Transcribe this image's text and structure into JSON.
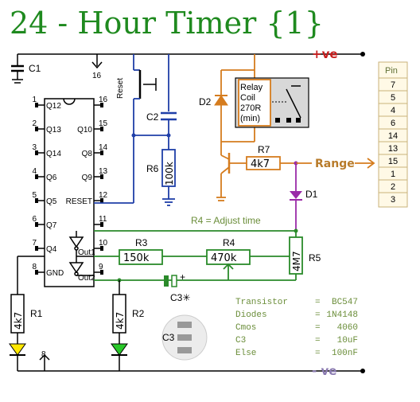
{
  "title": "24 - Hour Timer {1}",
  "rails": {
    "positive": "+ve",
    "negative": "- ve"
  },
  "ic": {
    "left_pins": [
      {
        "num": "1",
        "name": "Q12"
      },
      {
        "num": "2",
        "name": "Q13"
      },
      {
        "num": "3",
        "name": "Q14"
      },
      {
        "num": "4",
        "name": "Q6"
      },
      {
        "num": "5",
        "name": "Q5"
      },
      {
        "num": "6",
        "name": "Q7"
      },
      {
        "num": "7",
        "name": "Q4"
      },
      {
        "num": "8",
        "name": "GND"
      }
    ],
    "right_pins": [
      {
        "num": "16",
        "name": ""
      },
      {
        "num": "15",
        "name": "Q10"
      },
      {
        "num": "14",
        "name": "Q8"
      },
      {
        "num": "13",
        "name": "Q9"
      },
      {
        "num": "12",
        "name": "RESET"
      },
      {
        "num": "11",
        "name": ""
      },
      {
        "num": "10",
        "name": ""
      },
      {
        "num": "9",
        "name": ""
      }
    ],
    "out1": "Out1",
    "out2": "Out2"
  },
  "labels": {
    "c1": "C1",
    "c2": "C2",
    "c3": "C3",
    "d1": "D1",
    "d2": "D2",
    "r1": "R1",
    "r2": "R2",
    "r3": "R3",
    "r4": "R4",
    "r5": "R5",
    "r6": "R6",
    "r7": "R7",
    "reset": "Reset",
    "pin16": "16",
    "pin8": "8",
    "r1_val": "4k7",
    "r2_val": "4k7",
    "r3_val": "150k",
    "r4_val": "470k",
    "r5_val": "4M7",
    "r6_val": "100k",
    "r7_val": "4k7",
    "adjust": "R4 = Adjust time",
    "range": "Range",
    "relay_line1": "Relay",
    "relay_line2": "Coil",
    "relay_line3": "270R",
    "relay_line4": "(min)",
    "c3_star": "C3✳",
    "c3_cap": "C3"
  },
  "pin_table": {
    "header": "Pin",
    "rows": [
      "7",
      "5",
      "4",
      "6",
      "14",
      "13",
      "15",
      "1",
      "2",
      "3"
    ]
  },
  "specs": [
    {
      "name": "Transistor",
      "value": "BC547"
    },
    {
      "name": "Diodes",
      "value": "1N4148"
    },
    {
      "name": "Cmos",
      "value": "4060"
    },
    {
      "name": "C3",
      "value": "10uF"
    },
    {
      "name": "Else",
      "value": "100nF"
    }
  ],
  "colors": {
    "title": "#1f8a1f",
    "positive_rail": "#c81e1e",
    "negative_rail": "#8a7ab0",
    "wire_green": "#2a8a2a",
    "wire_blue": "#1f3fa8",
    "wire_orange": "#d57c1e",
    "wire_purple": "#9a2aa8",
    "led_yellow": "#ffe800",
    "led_green": "#29c829"
  }
}
